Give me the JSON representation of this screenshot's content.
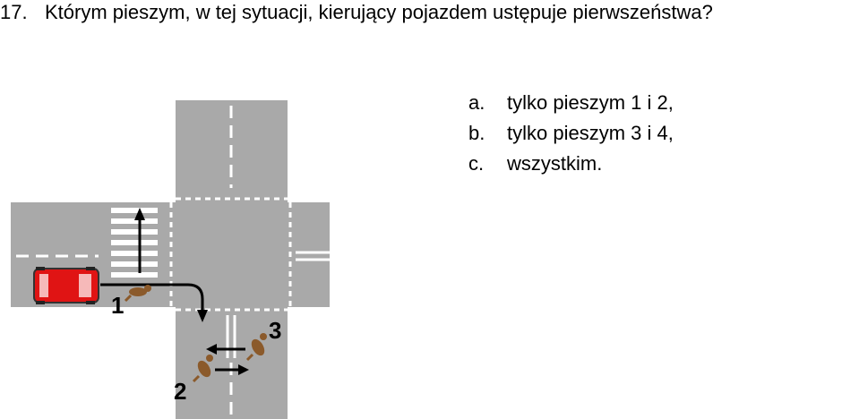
{
  "question": {
    "number": "17.",
    "text": "Którym pieszym, w tej sytuacji, kierujący pojazdem ustępuje pierwszeństwa?"
  },
  "answers": [
    {
      "letter": "a.",
      "text": "tylko pieszym 1 i 2,"
    },
    {
      "letter": "b.",
      "text": "tylko pieszym 3 i 4,"
    },
    {
      "letter": "c.",
      "text": "wszystkim."
    }
  ],
  "diagram": {
    "pedestrian_labels": [
      "1",
      "2",
      "3"
    ],
    "colors": {
      "road": "#a9a9a9",
      "marking": "#ffffff",
      "car_body": "#e01414",
      "pedestrian": "#8b5a2b",
      "arrow": "#000000"
    }
  }
}
